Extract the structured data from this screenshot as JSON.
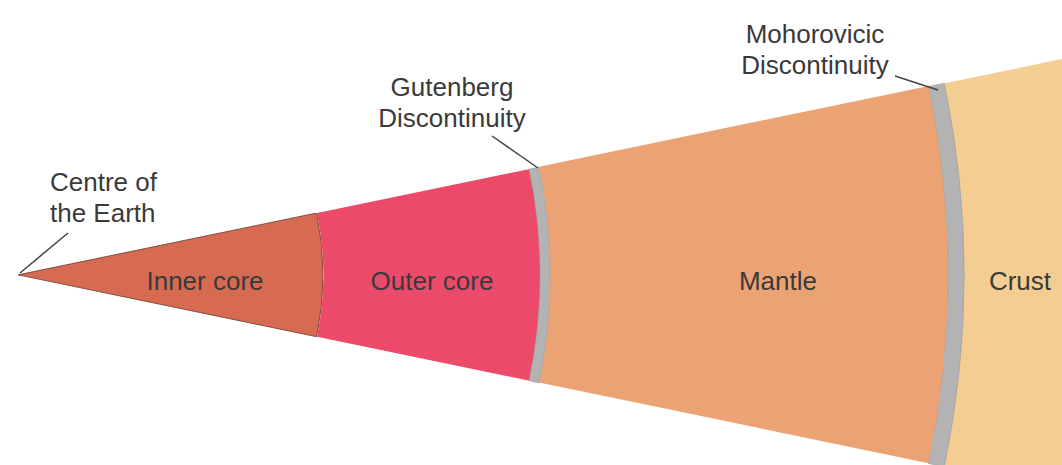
{
  "diagram": {
    "nodes": [
      {
        "text": [
          "Inner core"
        ]
      },
      {
        "text": [
          "Outer core"
        ]
      },
      {
        "text": [
          "Mantle"
        ]
      },
      {
        "text": [
          "Crust"
        ]
      }
    ],
    "labels": [
      "Centre of the Earth",
      "Gutenberg Discontinuity",
      "Mohorovicic Discontinuity"
    ]
  }
}
